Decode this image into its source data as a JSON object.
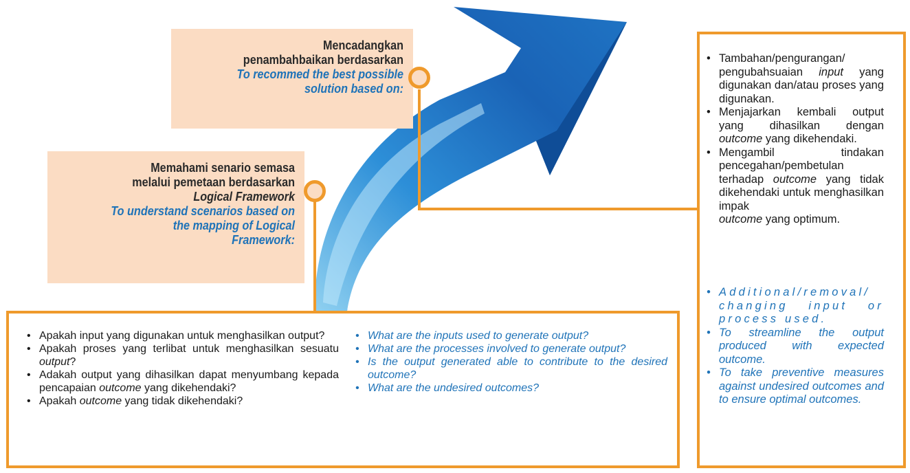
{
  "box_top": {
    "ms_line1": "Mencadangkan",
    "ms_line2": "penambahbaikan berdasarkan",
    "en_line1": "To recommed the best possible",
    "en_line2": "solution based on:"
  },
  "box_mid": {
    "ms_line1": "Memahami senario semasa",
    "ms_line2": "melalui pemetaan berdasarkan",
    "ms_line3": "Logical Framework",
    "en_line1": "To understand scenarios based on",
    "en_line2": "the mapping of Logical",
    "en_line3": "Framework:"
  },
  "bottom_panel": {
    "ms_items": [
      {
        "pre": "Apakah input yang        digunakan untuk menghasilkan output?",
        "em": "",
        "post": ""
      },
      {
        "pre": "Apakah proses yang terlibat untuk menghasilkan sesuatu ",
        "em": "output",
        "post": "?"
      },
      {
        "pre": "Adakah output yang dihasilkan dapat menyumbang kepada pencapaian ",
        "em": "outcome",
        "post": " yang dikehendaki?"
      },
      {
        "pre": "Apakah ",
        "em": "outcome",
        "post": " yang tidak dikehendaki?"
      }
    ],
    "en_items": [
      "What are the inputs used to generate output?",
      "What are the processes involved to generate output?",
      "Is the output generated able to contribute to the desired outcome?",
      "What are the undesired outcomes?"
    ]
  },
  "right_panel": {
    "ms_items": [
      {
        "pre": "Tambahan/pengurangan/ pengubahsuaian ",
        "em": "input",
        "post": " yang digunakan dan/atau proses yang digunakan."
      },
      {
        "pre": "Menjajarkan kembali output yang dihasilkan dengan ",
        "em": "outcome",
        "post": " yang dikehendaki."
      },
      {
        "pre": "Mengambil tindakan pencegahan/pembetulan terhadap ",
        "em": "outcome",
        "post": " yang tidak dikehendaki untuk menghasilkan impak"
      },
      {
        "pre": "",
        "em": "outcome",
        "post": " yang optimum."
      }
    ],
    "en_items": [
      "Additional/removal/ changing input or process used.",
      "To streamline the output produced with expected outcome.",
      "To take preventive measures against undesired outcomes and to ensure optimal outcomes."
    ]
  },
  "colors": {
    "orange": "#ef9a2c",
    "peach": "#fbdcc3",
    "blue_text": "#1f73b8",
    "arrow_blue": "#1d72c2"
  }
}
